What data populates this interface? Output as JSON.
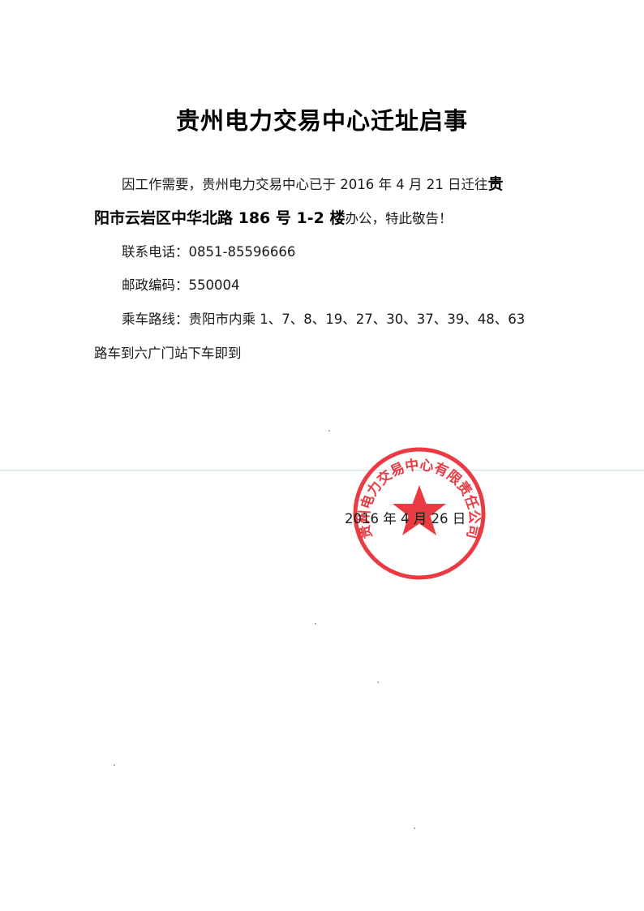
{
  "notice": {
    "title": "贵州电力交易中心迁址启事",
    "body_line1_prefix": "因工作需要，贵州电力交易中心已于 2016 年 4 月 21 日迁往",
    "body_line1_bold": "贵",
    "body_line2_bold": "阳市云岩区中华北路 186 号 1-2 楼",
    "body_line2_suffix": "办公，特此敬告！",
    "phone": "联系电话：0851-85596666",
    "postcode": "邮政编码：550004",
    "route_line1": "乘车路线：贵阳市内乘 1、7、8、19、27、30、37、39、48、63",
    "route_line2": "路车到六广门站下车即到",
    "date": "2016 年 4 月 26 日"
  },
  "seal": {
    "text": "贵州电力交易中心有限责任公司",
    "color": "#e8202a"
  }
}
